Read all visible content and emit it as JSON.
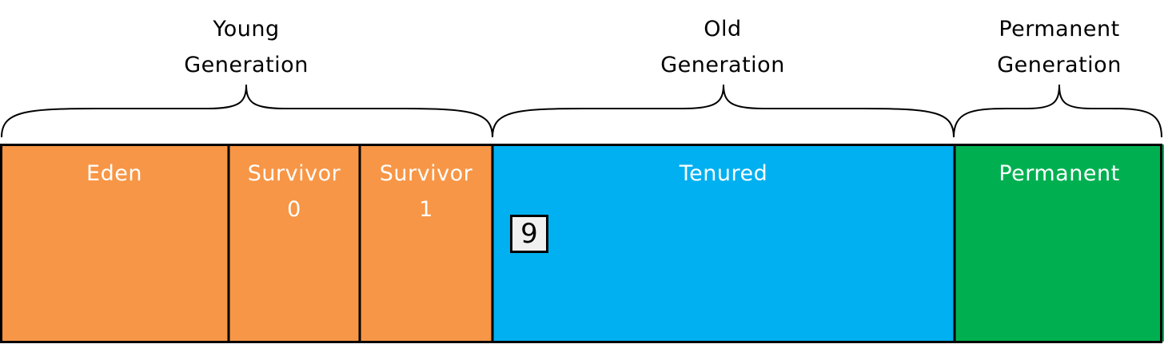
{
  "generations": {
    "young": {
      "line1": "Young",
      "line2": "Generation"
    },
    "old": {
      "line1": "Old",
      "line2": "Generation"
    },
    "permanent": {
      "line1": "Permanent",
      "line2": "Generation"
    }
  },
  "regions": {
    "eden": {
      "label": "Eden",
      "color": "#F79646"
    },
    "survivor0": {
      "line1": "Survivor",
      "line2": "0",
      "color": "#F79646"
    },
    "survivor1": {
      "line1": "Survivor",
      "line2": "1",
      "color": "#F79646"
    },
    "tenured": {
      "label": "Tenured",
      "color": "#00B0F0"
    },
    "permanent": {
      "label": "Permanent",
      "color": "#00B050"
    }
  },
  "objects": [
    {
      "value": "9",
      "region": "tenured"
    }
  ],
  "colors": {
    "border": "#000000",
    "object_fill": "#F0F0F0",
    "region_text": "#FFFFFF"
  }
}
